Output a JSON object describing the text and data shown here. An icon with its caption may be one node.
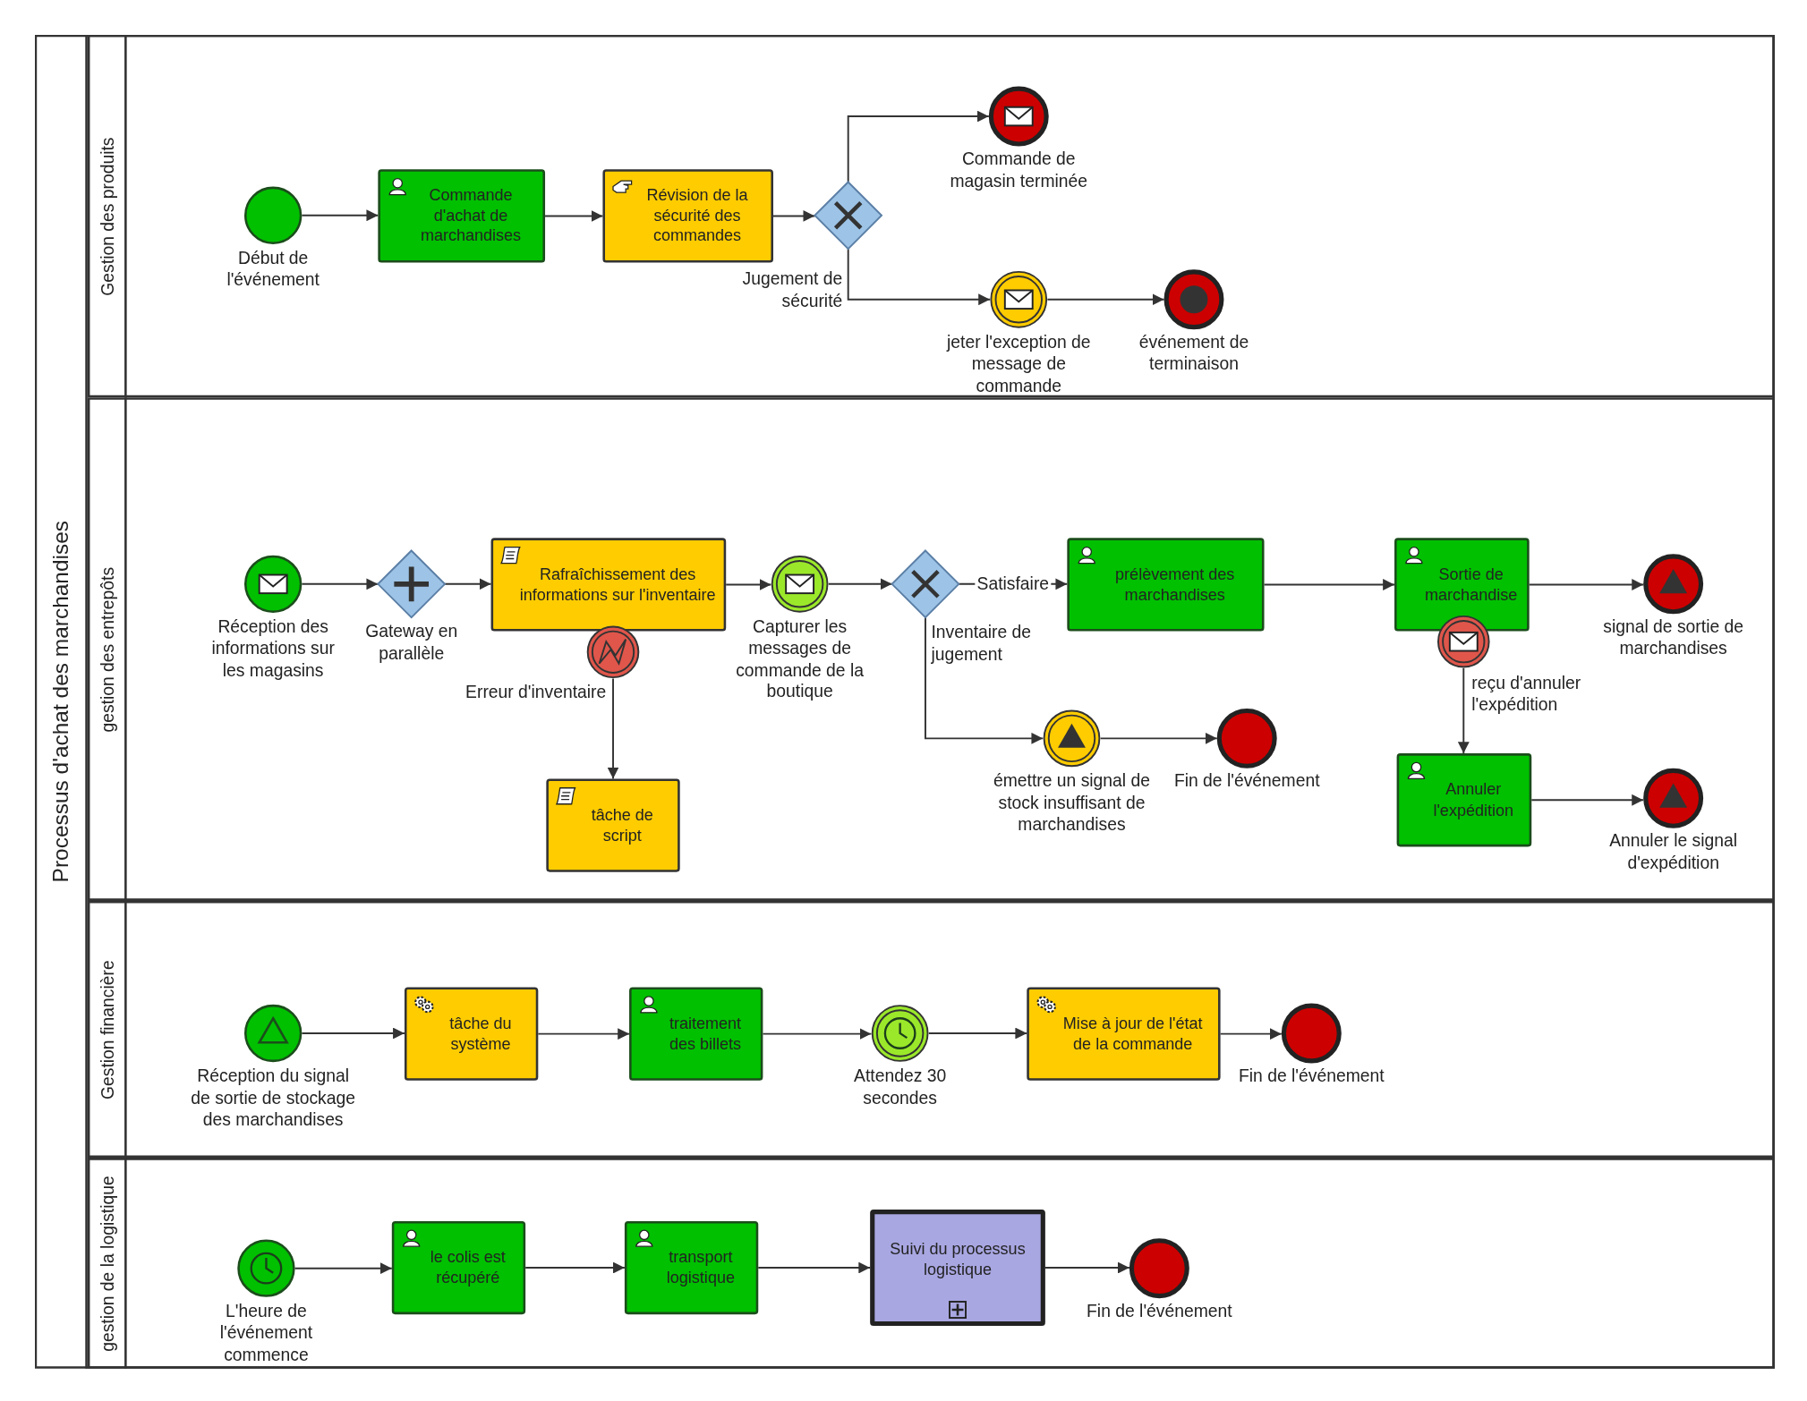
{
  "diagram": {
    "nodes": [
      {
        "text": [
          "Processus d'achat des marchandises"
        ]
      },
      {
        "text": [
          "Gestion des produits"
        ],
        "in": 0
      },
      {
        "text": [
          "gestion des entrepôts"
        ],
        "in": 0
      },
      {
        "text": [
          "Gestion financière"
        ],
        "in": 0
      },
      {
        "text": [
          "gestion de la logistique"
        ],
        "in": 0
      },
      {
        "text": [
          "Début de l'événement"
        ],
        "in": 1
      },
      {
        "text": [
          "Commande d'achat de marchandises"
        ],
        "in": 1
      },
      {
        "text": [
          "Révision de la sécurité des commandes"
        ],
        "in": 1
      },
      {
        "text": [
          "Jugement de sécurité"
        ],
        "in": 1
      },
      {
        "text": [
          "Commande de magasin terminée"
        ],
        "in": 1
      },
      {
        "text": [
          "jeter l'exception de message de commande"
        ],
        "in": 1
      },
      {
        "text": [
          "événement de terminaison"
        ],
        "in": 1
      },
      {
        "text": [
          "Réception des informations sur les magasins"
        ],
        "in": 2
      },
      {
        "text": [
          "Gateway en parallèle"
        ],
        "in": 2
      },
      {
        "text": [
          "Rafraîchissement des informations sur l'inventaire"
        ],
        "in": 2
      },
      {
        "text": [
          "Erreur d'inventaire"
        ],
        "in": 2
      },
      {
        "text": [
          "tâche de script"
        ],
        "in": 2
      },
      {
        "text": [
          "Capturer les messages de commande de la boutique"
        ],
        "in": 2
      },
      {
        "text": [
          "Inventaire de jugement"
        ],
        "in": 2
      },
      {
        "text": [
          "prélèvement des marchandises"
        ],
        "in": 2
      },
      {
        "text": [
          "Sortie de marchandise"
        ],
        "in": 2
      },
      {
        "text": [
          "reçu d'annuler l'expédition"
        ],
        "in": 2
      },
      {
        "text": [
          "signal de sortie de marchandises"
        ],
        "in": 2
      },
      {
        "text": [
          "émettre un signal de stock insuffisant de marchandises"
        ],
        "in": 2
      },
      {
        "text": [
          "Fin de l'événement"
        ],
        "in": 2
      },
      {
        "text": [
          "Annuler l'expédition"
        ],
        "in": 2
      },
      {
        "text": [
          "Annuler le signal d'expédition"
        ],
        "in": 2
      },
      {
        "text": [
          "Réception du signal de sortie de stockage des marchandises"
        ],
        "in": 3
      },
      {
        "text": [
          "tâche du système"
        ],
        "in": 3
      },
      {
        "text": [
          "traitement des billets"
        ],
        "in": 3
      },
      {
        "text": [
          "Attendez 30 secondes"
        ],
        "in": 3
      },
      {
        "text": [
          "Mise à jour de l'état de la commande"
        ],
        "in": 3
      },
      {
        "text": [
          "Fin de l'événement"
        ],
        "in": 3
      },
      {
        "text": [
          "L'heure de l'événement commence"
        ],
        "in": 4
      },
      {
        "text": [
          "le colis est récupéré"
        ],
        "in": 4
      },
      {
        "text": [
          "transport logistique"
        ],
        "in": 4
      },
      {
        "text": [
          "Suivi du processus logistique"
        ],
        "in": 4
      },
      {
        "text": [
          "Fin de l'événement"
        ],
        "in": 4
      }
    ],
    "edges": [
      {
        "from": 5,
        "to": 6,
        "arrow": "to"
      },
      {
        "from": 6,
        "to": 7,
        "arrow": "to"
      },
      {
        "from": 7,
        "to": 8,
        "arrow": "to"
      },
      {
        "from": 8,
        "to": 9,
        "arrow": "to"
      },
      {
        "from": 8,
        "to": 10,
        "arrow": "to"
      },
      {
        "from": 10,
        "to": 11,
        "arrow": "to"
      },
      {
        "from": 12,
        "to": 13,
        "arrow": "to"
      },
      {
        "from": 13,
        "to": 14,
        "arrow": "to"
      },
      {
        "from": 14,
        "to": 17,
        "arrow": "to"
      },
      {
        "from": 17,
        "to": 18,
        "arrow": "to"
      },
      {
        "from": 18,
        "to": 19,
        "arrow": "to",
        "label": "Satisfaire"
      },
      {
        "from": 19,
        "to": 20,
        "arrow": "to"
      },
      {
        "from": 20,
        "to": 22,
        "arrow": "to"
      },
      {
        "from": 15,
        "to": 16,
        "arrow": "to"
      },
      {
        "from": 18,
        "to": 23,
        "arrow": "to"
      },
      {
        "from": 23,
        "to": 24,
        "arrow": "to"
      },
      {
        "from": 21,
        "to": 25,
        "arrow": "to"
      },
      {
        "from": 25,
        "to": 26,
        "arrow": "to"
      },
      {
        "from": 27,
        "to": 28,
        "arrow": "to"
      },
      {
        "from": 28,
        "to": 29,
        "arrow": "to"
      },
      {
        "from": 29,
        "to": 30,
        "arrow": "to"
      },
      {
        "from": 30,
        "to": 31,
        "arrow": "to"
      },
      {
        "from": 31,
        "to": 32,
        "arrow": "to"
      },
      {
        "from": 33,
        "to": 34,
        "arrow": "to"
      },
      {
        "from": 34,
        "to": 35,
        "arrow": "to"
      },
      {
        "from": 35,
        "to": 36,
        "arrow": "to"
      },
      {
        "from": 36,
        "to": 37,
        "arrow": "to"
      }
    ]
  }
}
